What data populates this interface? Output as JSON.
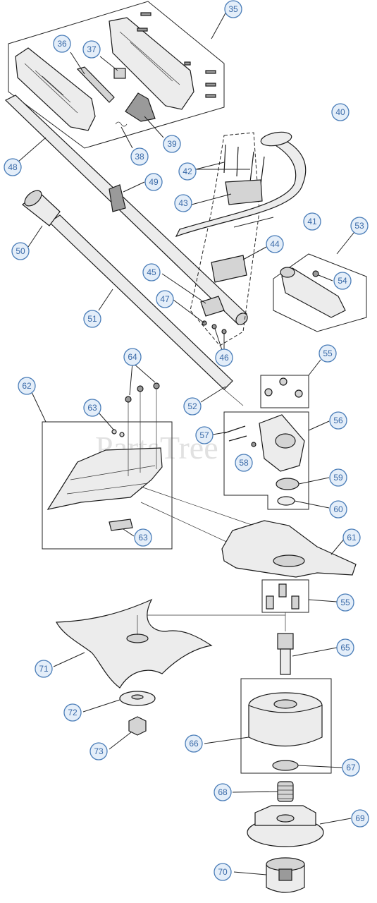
{
  "watermark": "PartsTree",
  "callouts": [
    {
      "id": "35",
      "label": "35"
    },
    {
      "id": "36",
      "label": "36"
    },
    {
      "id": "37",
      "label": "37"
    },
    {
      "id": "38",
      "label": "38"
    },
    {
      "id": "39",
      "label": "39"
    },
    {
      "id": "40",
      "label": "40"
    },
    {
      "id": "41",
      "label": "41"
    },
    {
      "id": "42",
      "label": "42"
    },
    {
      "id": "43",
      "label": "43"
    },
    {
      "id": "44",
      "label": "44"
    },
    {
      "id": "45",
      "label": "45"
    },
    {
      "id": "46",
      "label": "46"
    },
    {
      "id": "47",
      "label": "47"
    },
    {
      "id": "48",
      "label": "48"
    },
    {
      "id": "49",
      "label": "49"
    },
    {
      "id": "50",
      "label": "50"
    },
    {
      "id": "51",
      "label": "51"
    },
    {
      "id": "52",
      "label": "52"
    },
    {
      "id": "53",
      "label": "53"
    },
    {
      "id": "54",
      "label": "54"
    },
    {
      "id": "55a",
      "label": "55"
    },
    {
      "id": "55b",
      "label": "55"
    },
    {
      "id": "56",
      "label": "56"
    },
    {
      "id": "57",
      "label": "57"
    },
    {
      "id": "58",
      "label": "58"
    },
    {
      "id": "59",
      "label": "59"
    },
    {
      "id": "60",
      "label": "60"
    },
    {
      "id": "61",
      "label": "61"
    },
    {
      "id": "62",
      "label": "62"
    },
    {
      "id": "63a",
      "label": "63"
    },
    {
      "id": "63b",
      "label": "63"
    },
    {
      "id": "64",
      "label": "64"
    },
    {
      "id": "65",
      "label": "65"
    },
    {
      "id": "66",
      "label": "66"
    },
    {
      "id": "67",
      "label": "67"
    },
    {
      "id": "68",
      "label": "68"
    },
    {
      "id": "69",
      "label": "69"
    },
    {
      "id": "70",
      "label": "70"
    },
    {
      "id": "71",
      "label": "71"
    },
    {
      "id": "72",
      "label": "72"
    },
    {
      "id": "73",
      "label": "73"
    }
  ]
}
